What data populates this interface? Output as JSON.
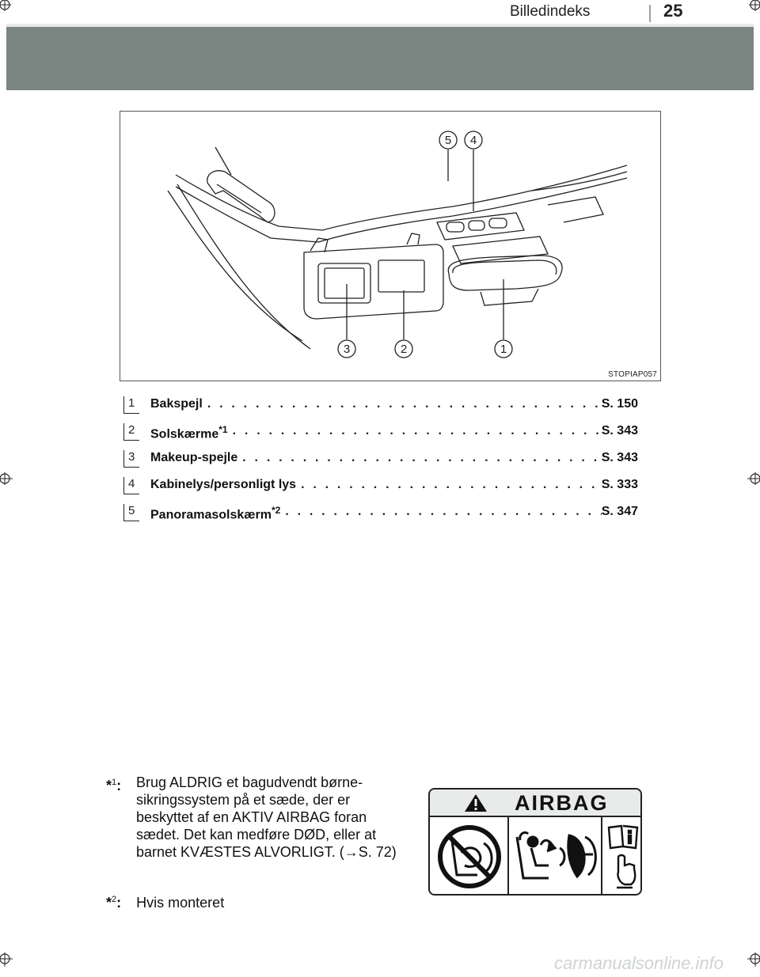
{
  "header": {
    "section_title": "Billedindeks",
    "page_number": "25"
  },
  "figure": {
    "code": "STOPIAP057",
    "callouts": [
      "1",
      "2",
      "3",
      "4",
      "5"
    ]
  },
  "items": [
    {
      "num": "1",
      "label": "Bakspejl",
      "sup": "",
      "page": "S. 150"
    },
    {
      "num": "2",
      "label": "Solskærme",
      "sup": "*1",
      "page": "S. 343"
    },
    {
      "num": "3",
      "label": "Makeup-spejle",
      "sup": "",
      "page": "S. 343"
    },
    {
      "num": "4",
      "label": "Kabinelys/personligt lys",
      "sup": "",
      "page": "S. 333"
    },
    {
      "num": "5",
      "label": "Panoramasolskærm",
      "sup": "*2",
      "page": "S. 347"
    }
  ],
  "notes": [
    {
      "mark": "*",
      "sup": "1",
      "text": "Brug ALDRIG et bagudvendt børne-sikringssystem på et sæde, der er beskyttet af en AKTIV AIRBAG foran sædet. Det kan medføre DØD, eller at barnet KVÆSTES ALVORLIGT. (→S. 72)"
    },
    {
      "mark": "*",
      "sup": "2",
      "text": "Hvis monteret"
    }
  ],
  "airbag_label": {
    "word": "AIRBAG",
    "icons": [
      "warning-triangle-icon",
      "no-rear-facing-seat-icon",
      "seat-airbag-icon",
      "manual-book-icon"
    ]
  },
  "watermark": "carmanualsonline.info"
}
